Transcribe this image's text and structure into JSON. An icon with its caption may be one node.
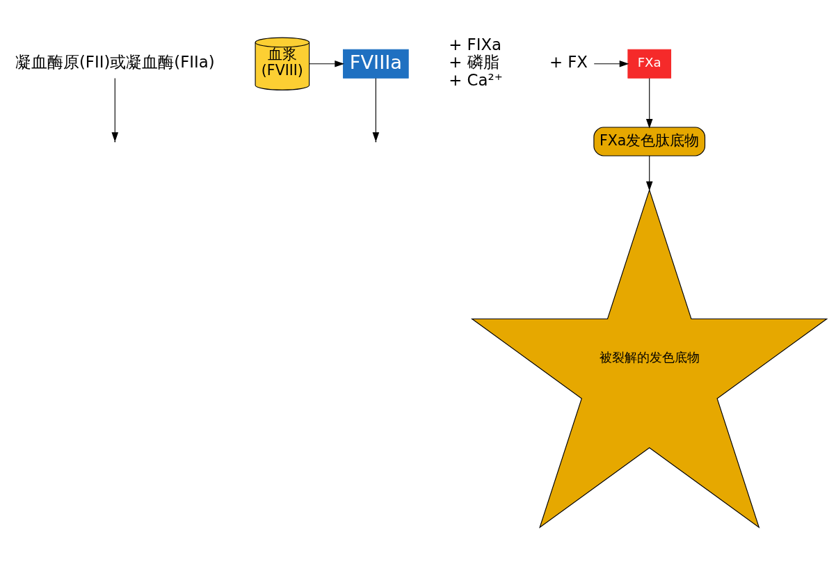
{
  "diagram": {
    "nodes": [
      {
        "text": [
          "凝血酶原(FII)或凝血酶(FIIa)"
        ]
      },
      {
        "text": [
          "血浆",
          "(FVIII)"
        ]
      },
      {
        "text": [
          "FVIIIa"
        ]
      },
      {
        "text": [
          "+ FX"
        ]
      },
      {
        "text": [
          "FXa"
        ]
      },
      {
        "text": [
          "FXa发色肽底物"
        ]
      },
      {
        "text": [
          "被裂解的发色底物"
        ]
      }
    ],
    "edges": [
      {
        "from": 0,
        "to": null,
        "arrow": "to"
      },
      {
        "from": 1,
        "to": 2,
        "arrow": "to"
      },
      {
        "from": 2,
        "to": null,
        "arrow": "to"
      },
      {
        "from": 3,
        "to": 4,
        "arrow": "to"
      },
      {
        "from": 4,
        "to": 5,
        "arrow": "to"
      },
      {
        "from": 5,
        "to": 6,
        "arrow": "to"
      }
    ],
    "labels": [
      "+ FIXa",
      "+ 磷脂",
      "+ Ca²⁺"
    ]
  }
}
